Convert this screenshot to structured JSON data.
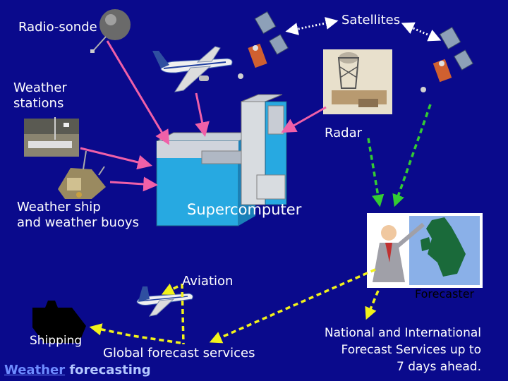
{
  "colors": {
    "background": "#0a0a8c",
    "input_arrow": "#f060a8",
    "satellite_link": "#ffffff",
    "data_to_forecaster": "#33cc33",
    "distribution_arrow": "#f2f21a",
    "caption_accent": "#6e8cff",
    "caption_rest": "#b4c8ff"
  },
  "sources": {
    "radiosonde": {
      "label": "Radio-sonde",
      "icon": "balloon-icon"
    },
    "satellites": {
      "label": "Satellites",
      "icon": "satellite-icon"
    },
    "weather_stations": {
      "label": "Weather\nstations",
      "icon": "weather-station-icon"
    },
    "radar": {
      "label": "Radar",
      "icon": "radar-icon"
    },
    "weather_ship": {
      "label": "Weather ship\nand weather buoys",
      "icon": "buoy-icon"
    }
  },
  "center": {
    "label": "Supercomputer",
    "icon": "supercomputer-icon"
  },
  "outputs": {
    "aviation": {
      "label": "Aviation",
      "icon": "airplane-icon"
    },
    "shipping": {
      "label": "Shipping",
      "icon": "ship-icon"
    },
    "global_services": {
      "label": "Global forecast services"
    },
    "forecaster": {
      "label": "Forecaster",
      "icon": "forecaster-map-icon"
    },
    "national_services": {
      "label": "National and International\nForecast Services up to\n7 days ahead."
    }
  },
  "caption": {
    "accent": "Weather",
    "rest": " forecasting"
  }
}
